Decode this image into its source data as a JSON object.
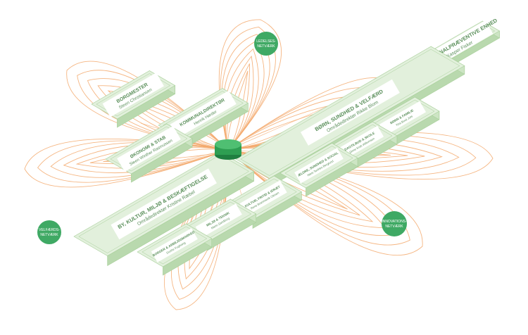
{
  "colors": {
    "box_top": "#e2f0dc",
    "box_side": "#cde5c4",
    "box_front": "#b9d9ae",
    "box_stroke": "#a8cf9a",
    "label_panel": "#ffffff",
    "text": "#5a8f5a",
    "network_line": "#f3a86b",
    "network_badge": "#3fa964",
    "hub": "#2e9e52"
  },
  "units": {
    "borgmester": {
      "title": "BORGMESTER",
      "name": "Steen Christiansen"
    },
    "kommunaldirektor": {
      "title": "KOMMUNALDIREKTØR",
      "name": "Henrik Hørder"
    },
    "okonomi": {
      "title": "ØKONOMI & STAB",
      "name": "Steen Winther Rasmussen"
    },
    "born": {
      "title": "BØRN, SUNDHED & VELFÆRD",
      "name": "Områdedirektør Rikke Blom"
    },
    "kriminal": {
      "title": "DEN KRIMINALPRÆVENTIVE ENHED",
      "name": "Kasper Fisker"
    },
    "by_kultur": {
      "title": "BY, KULTUR, MILJØ & BESKÆFTIGELSE",
      "name": "Områdedirektør Kristine Ræbel"
    },
    "aeldre": {
      "title": "ÆLDRE, SUNDHED & SOCIAL",
      "name": "Niels Tenkles Berglund"
    },
    "dagtilbud": {
      "title": "DAGTILBUD & SKOLE",
      "name": "Sinne Krab Willumsen"
    },
    "born_familie": {
      "title": "BØRN & FAMILIE",
      "name": "Tina Bock Juhl"
    },
    "kultur_fritid": {
      "title": "KULTUR, FRITID & IDRÆT",
      "name": "Rene Brammevik Olesen"
    },
    "miljo_teknik": {
      "title": "MILJØ & TEKNIK",
      "name": "Mario Sandborg"
    },
    "borger": {
      "title": "BORGER & ARBEJDSMARKED",
      "name": "Dorthe Fuglsang"
    }
  },
  "networks": {
    "ledelse": "LEDELSES-NETVÆRK",
    "velfaerd": "VELFÆRDS-NETVÆRK",
    "innovations": "INNOVATIONS-NETVÆRK"
  }
}
